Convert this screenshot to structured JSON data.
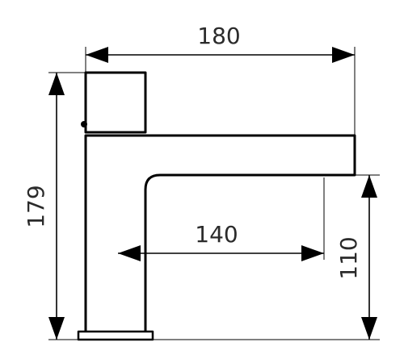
{
  "dimensions": {
    "overall_width": "180",
    "overall_height": "179",
    "spout_reach": "140",
    "spout_height": "110"
  }
}
